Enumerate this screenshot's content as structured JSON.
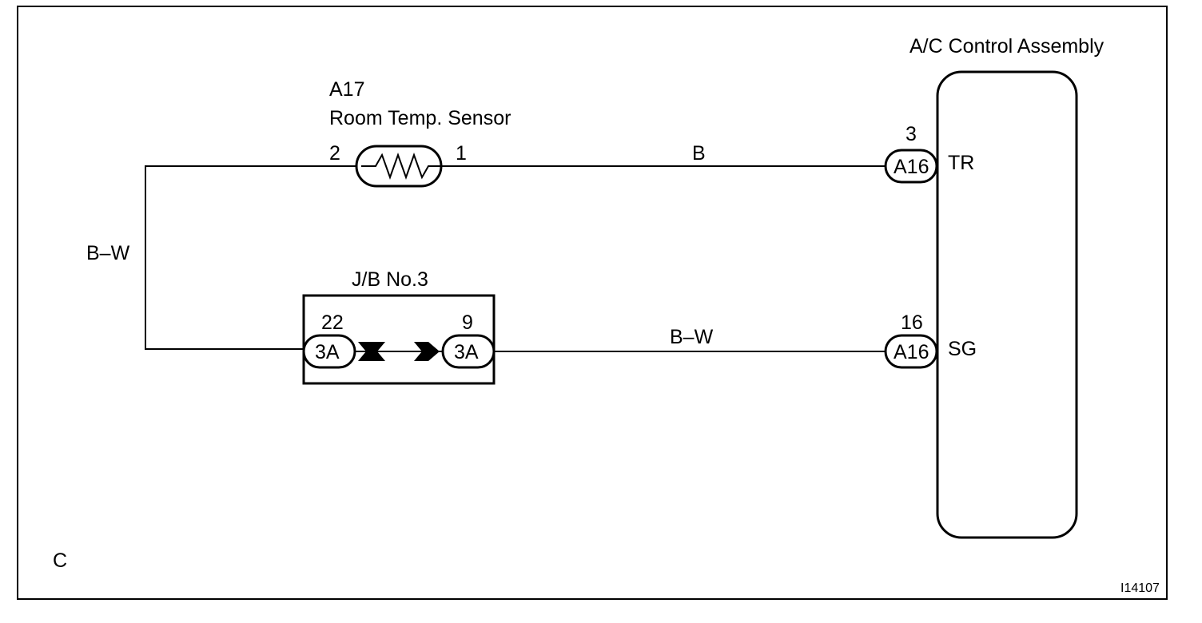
{
  "controller": {
    "title": "A/C Control Assembly"
  },
  "sensor": {
    "code": "A17",
    "name": "Room Temp. Sensor",
    "pin_left": "2",
    "pin_right": "1"
  },
  "junction_block": {
    "title": "J/B No.3",
    "pin_left": "22",
    "pin_right": "9",
    "conn_left": "3A",
    "conn_right": "3A"
  },
  "connector_tr": {
    "pin": "3",
    "code": "A16",
    "terminal": "TR"
  },
  "connector_sg": {
    "pin": "16",
    "code": "A16",
    "terminal": "SG"
  },
  "wires": {
    "upper": "B",
    "lower": "B–W",
    "left_vertical": "B–W"
  },
  "corner_letter": "C",
  "figure_id": "I14107"
}
